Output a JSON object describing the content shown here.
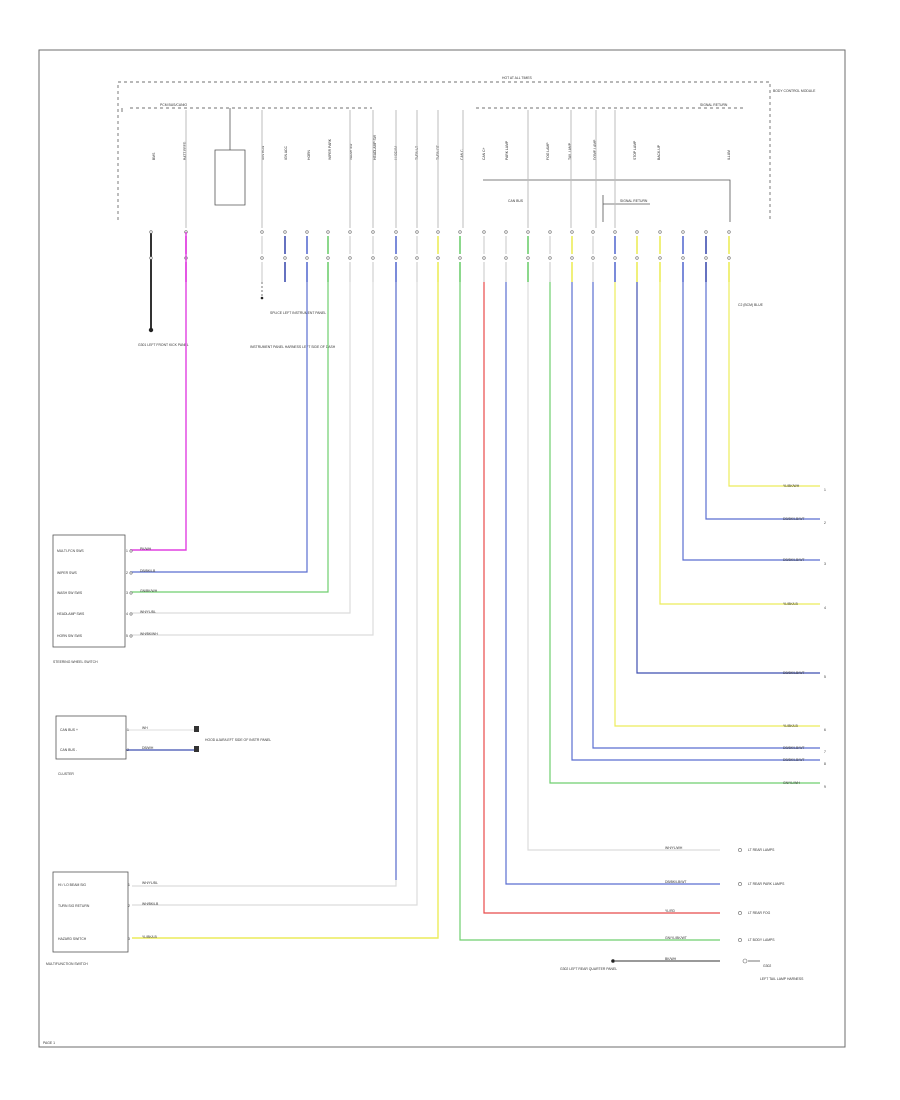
{
  "colors": {
    "magenta": "#e040e0",
    "blue": "#5a6ed0",
    "navy": "#3f4fb0",
    "green": "#6fcf6f",
    "yellow": "#ecec5a",
    "red": "#e84a4a",
    "white_wire": "#dcdcdc",
    "grey_wire": "#a8a8a8",
    "black_wire": "#333333",
    "frame": "#6e6e6e",
    "text": "#333333"
  },
  "labels": {
    "top_main": "HOT AT ALL TIMES",
    "top_right": "BODY CONTROL MODULE",
    "left_bus": "PCM BUS/CANIO",
    "right_bus": "SIGNAL RETURN",
    "sub_bus": "CAN BUS",
    "sub_bus2": "SIGNAL RETURN",
    "ground_left": "G301 LEFT FRONT KICK PANEL",
    "splice_left": "SPLICE LEFT INSTRUMENT PANEL",
    "instr_panel": "INSTRUMENT PANEL HARNESS LEFT SIDE OF DASH",
    "right_conn": "C2 (BCM) BLUE",
    "steer_left": "STEERING WHEEL SWITCH",
    "cluster": "CLUSTER",
    "cluster_conn": "HOOD AJAR/LEFT SIDE OF INSTR PANEL",
    "multi": "MULTIFUNCTION SWITCH",
    "ground_bottom": "G302 LEFT REAR QUARTER PANEL",
    "splice_bottom": "LEFT TAIL LAMP HARNESS",
    "page": "PAGE 1"
  },
  "top_pins": [
    "BMS",
    "BATT FEED",
    "IGN RUN",
    "IGN ACC",
    "HORN",
    "WIPER PARK",
    "WASH SW",
    "HEADLAMP SW",
    "HI BEAM",
    "TURN LT",
    "TURN RT",
    "CAN C",
    "CAN C+",
    "PARK LAMP",
    "FOG LAMP",
    "TAIL LAMP",
    "DOME LAMP",
    "STOP LAMP",
    "BACK-UP",
    "ILLUM"
  ],
  "steer_switch": {
    "rows": [
      {
        "pin": "1",
        "label": "MULTI-FCN SWS",
        "wire": "PK/WH"
      },
      {
        "pin": "2",
        "label": "WIPER SWS",
        "wire": "DB/BK/LB"
      },
      {
        "pin": "3",
        "label": "WASH SW SWS",
        "wire": "GN/BK/WH"
      },
      {
        "pin": "4",
        "label": "HEADLAMP SWS",
        "wire": "WH/YL/BL"
      },
      {
        "pin": "5",
        "label": "HORN SW SWS",
        "wire": "WH/BK/WH"
      }
    ]
  },
  "cluster_box": {
    "rows": [
      {
        "pin": "1",
        "label": "CAN BUS +",
        "wire": "WH"
      },
      {
        "pin": "2",
        "label": "CAN BUS -",
        "wire": "DB/WH"
      }
    ]
  },
  "multi_switch": {
    "rows": [
      {
        "pin": "1",
        "label": "HI / LO BEAM SIG",
        "wire": "WH/YL/BL"
      },
      {
        "pin": "2",
        "label": "TURN SIG RETURN",
        "wire": "WH/BK/LB"
      },
      {
        "pin": "3",
        "label": "HAZARD SWITCH",
        "wire": "YL/BK/LB"
      }
    ]
  },
  "right_wires": [
    {
      "label": "YL/BK/WH",
      "ref": "1"
    },
    {
      "label": "DB/BK/LB/WT",
      "ref": "2"
    },
    {
      "label": "DB/BK/LB/WT",
      "ref": "3"
    },
    {
      "label": "YL/BK/LB",
      "ref": "4"
    },
    {
      "label": "DB/BK/LB/WT",
      "ref": "5"
    },
    {
      "label": "YL/BK/LB",
      "ref": "6"
    },
    {
      "label": "DB/BK/LB/WT",
      "ref": "7"
    },
    {
      "label": "DB/BK/LB/WT",
      "ref": "8"
    },
    {
      "label": "GN/YL/WH",
      "ref": "9"
    }
  ],
  "bottom_wires": [
    {
      "label": "WH/YL/WH",
      "dest": "LT REAR LAMPS"
    },
    {
      "label": "DB/BK/LB/WT",
      "dest": "LT REAR PARK LAMPS"
    },
    {
      "label": "YL/RD",
      "dest": "LT REAR FOG"
    },
    {
      "label": "GN/YL/BK/WT",
      "dest": "LT BODY LAMPS"
    },
    {
      "label": "BK/WH",
      "dest": "G302"
    }
  ]
}
